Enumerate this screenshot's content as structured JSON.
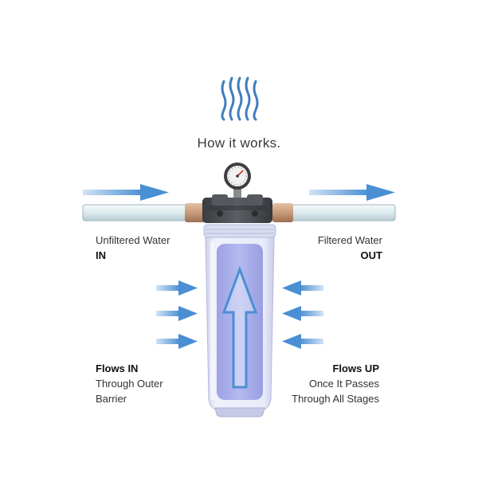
{
  "title": "How it works.",
  "inlet": {
    "line1": "Unfiltered Water",
    "line2": "IN"
  },
  "outlet": {
    "line1": "Filtered Water",
    "line2": "OUT"
  },
  "flows_in": {
    "line1": "Flows IN",
    "line2": "Through Outer",
    "line3": "Barrier"
  },
  "flows_up": {
    "line1": "Flows UP",
    "line2": "Once It Passes",
    "line3": "Through All Stages"
  },
  "colors": {
    "arrow_blue": "#4a8fd4",
    "logo_blue": "#3f7fc0",
    "housing_cap": "#4a4d52",
    "housing_clear": "#dfe3f5",
    "cartridge": "#9fa6e8",
    "pipe": "#e6f1f4",
    "copper": "#c89a78"
  },
  "icons": [
    "wave-logo-icon",
    "pressure-gauge-icon"
  ]
}
